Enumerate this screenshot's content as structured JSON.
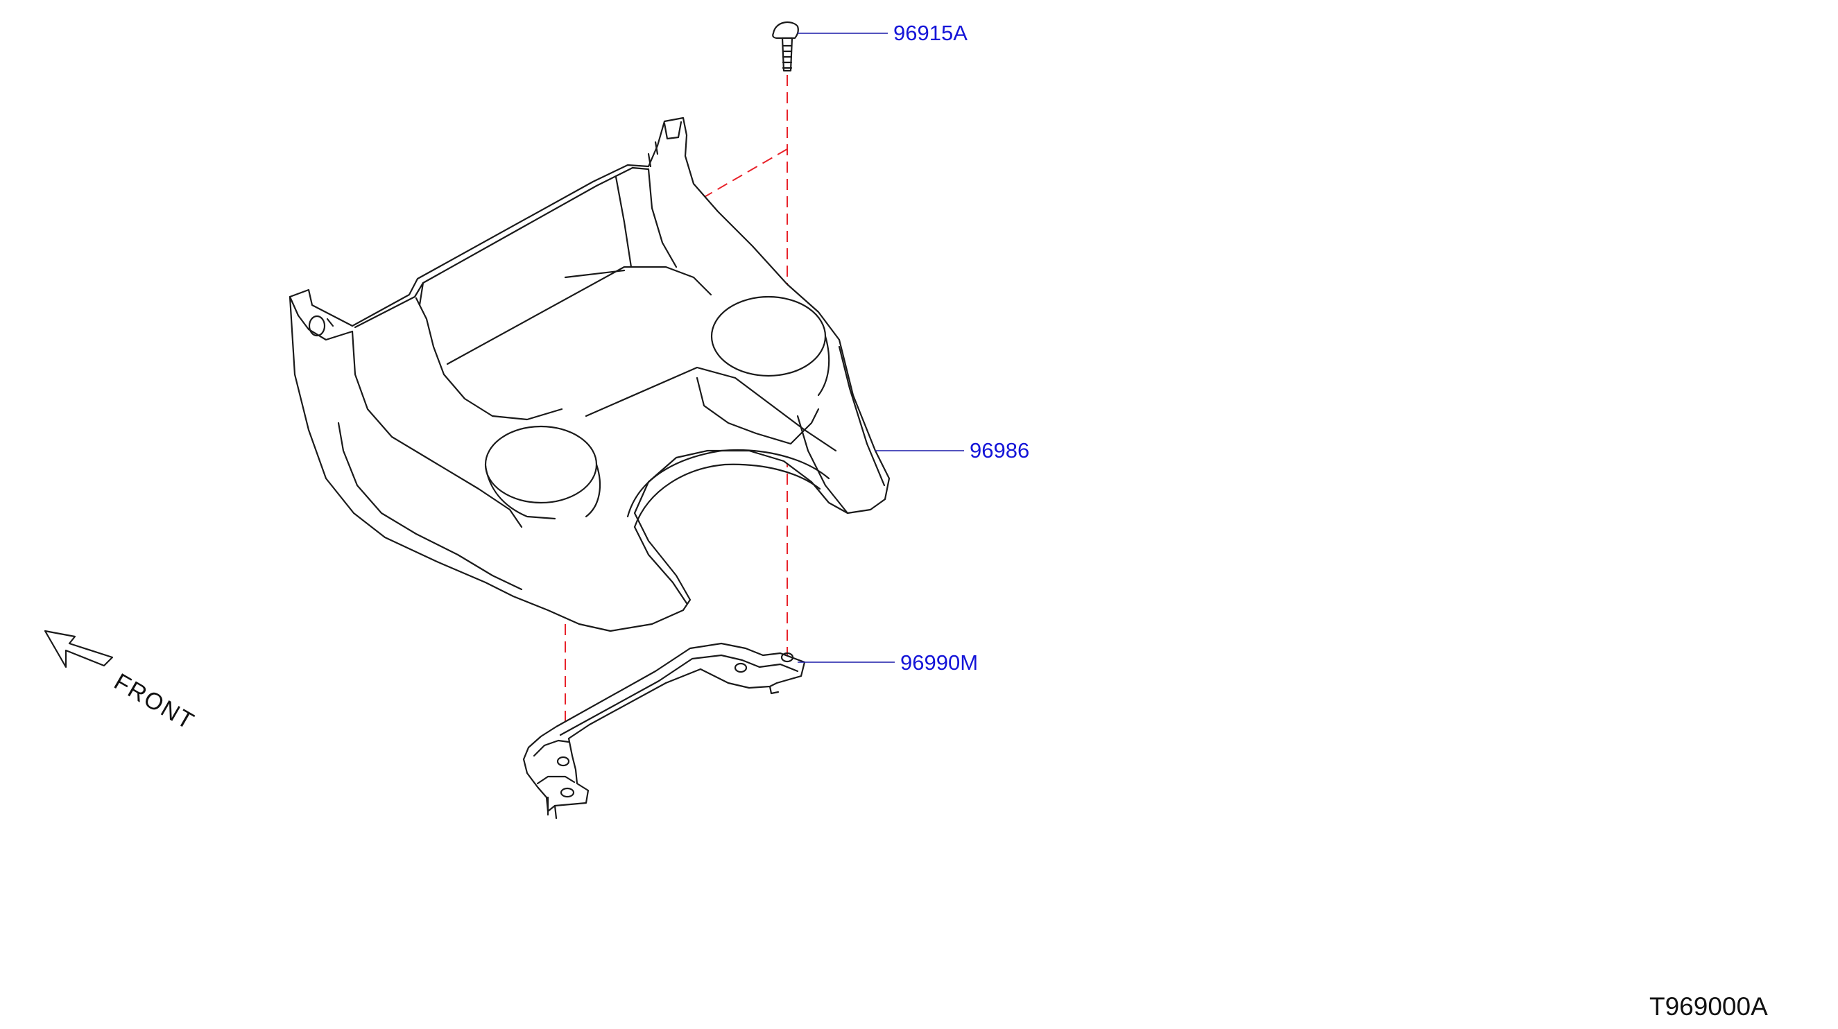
{
  "diagram": {
    "figure_code": "T969000A",
    "direction_label": "FRONT",
    "parts": [
      {
        "number": "96915A",
        "icon": "clip-screw-icon"
      },
      {
        "number": "96986",
        "icon": "console-finisher-icon"
      },
      {
        "number": "96990M",
        "icon": "mounting-bracket-icon"
      }
    ],
    "colors": {
      "part_number": "#1515d8",
      "leader_line": "#1a1aa8",
      "alignment_dash": "#e8222a",
      "outline": "#1a1a1a"
    }
  }
}
